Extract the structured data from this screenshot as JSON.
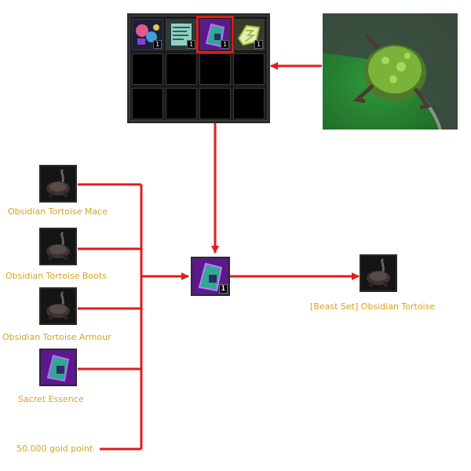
{
  "inventory": {
    "slots": [
      {
        "item": "toy-icon",
        "count": "1"
      },
      {
        "item": "scroll-icon",
        "count": "1"
      },
      {
        "item": "sacret-essence-icon",
        "count": "1",
        "highlighted": true
      },
      {
        "item": "gem-icon",
        "count": "1"
      }
    ]
  },
  "scene": {
    "description_icon": "tortoise-creature-icon"
  },
  "ingredients": [
    {
      "label": "Obsidian Tortoise Mace",
      "icon": "tortoise-icon"
    },
    {
      "label": "Obsidian Tortoise Boots",
      "icon": "tortoise-icon"
    },
    {
      "label": "Obsidian Tortoise Armour",
      "icon": "tortoise-icon"
    },
    {
      "label": "Sacret Essence",
      "icon": "sacret-essence-icon"
    }
  ],
  "gold": {
    "label": "50.000 gold point"
  },
  "center": {
    "icon": "sacret-essence-icon",
    "count": "1"
  },
  "result": {
    "label": "[Beast Set] Obsidian Tortoise",
    "icon": "tortoise-icon"
  },
  "colors": {
    "arrow": "#e51b1b",
    "label": "#d9a320",
    "highlight": "#e51b1b"
  }
}
